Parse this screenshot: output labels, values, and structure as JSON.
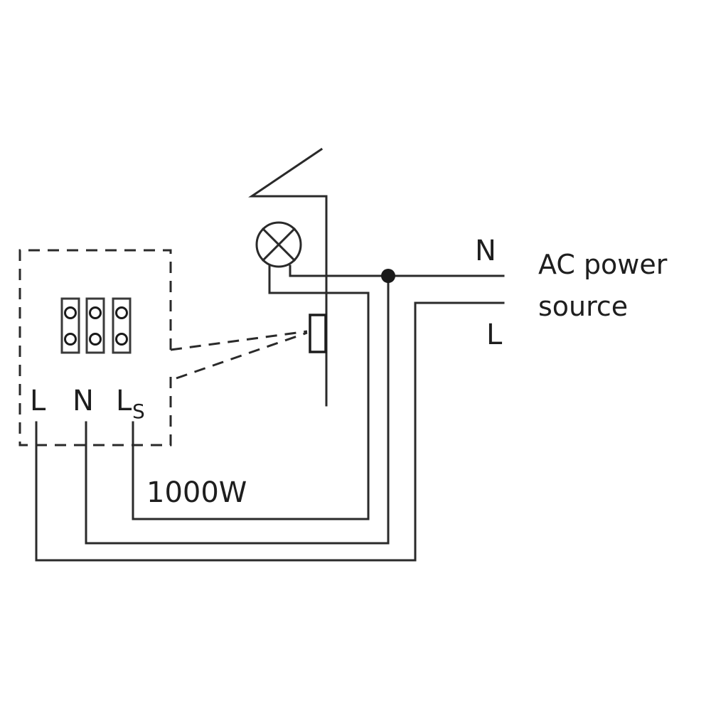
{
  "diagram": {
    "title": "Switch wiring diagram",
    "device_terminals": {
      "labels": [
        "L",
        "N",
        "L"
      ],
      "ls_subscript": "S",
      "count": 3
    },
    "load_rating": "1000W",
    "power_source": {
      "line1": "AC power",
      "line2": "source",
      "neutral_label": "N",
      "live_label": "L"
    },
    "components": [
      "lamp-symbol",
      "sensor-switch",
      "junction-dot",
      "terminal-block"
    ],
    "colors": {
      "line": "#2a2a2a",
      "background": "#ffffff"
    }
  }
}
